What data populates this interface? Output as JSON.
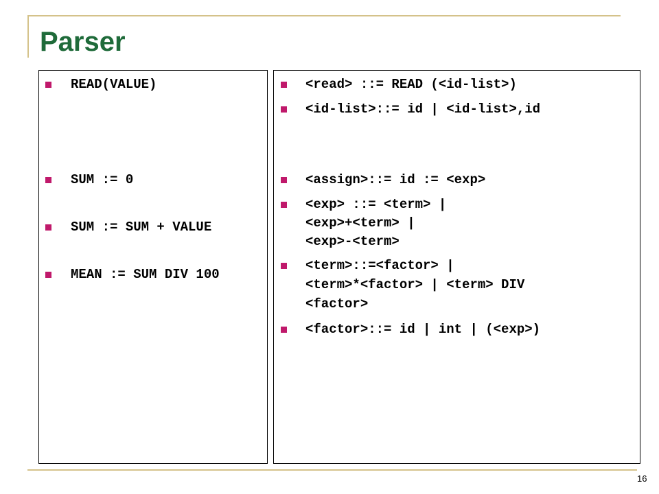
{
  "slide": {
    "title": "Parser",
    "page_number": "16",
    "colors": {
      "title": "#1f6b3a",
      "bullet": "#c0196b",
      "rule": "#d4c28a"
    }
  },
  "left_panel": {
    "items": [
      "READ(VALUE)",
      "SUM := 0",
      "SUM := SUM + VALUE",
      "MEAN := SUM DIV 100"
    ]
  },
  "right_panel": {
    "items": [
      {
        "lines": [
          "<read> ::= READ (<id-list>)"
        ]
      },
      {
        "lines": [
          "<id-list>::= id | <id-list>,id"
        ]
      },
      {
        "lines": [
          "<assign>::= id := <exp>"
        ]
      },
      {
        "lines": [
          "<exp> ::= <term> |",
          "<exp>+<term> |",
          "<exp>-<term>"
        ]
      },
      {
        "lines": [
          "<term>::=<factor> |",
          "<term>*<factor> | <term> DIV",
          "<factor>"
        ]
      },
      {
        "lines": [
          "<factor>::= id | int | (<exp>)"
        ]
      }
    ]
  }
}
